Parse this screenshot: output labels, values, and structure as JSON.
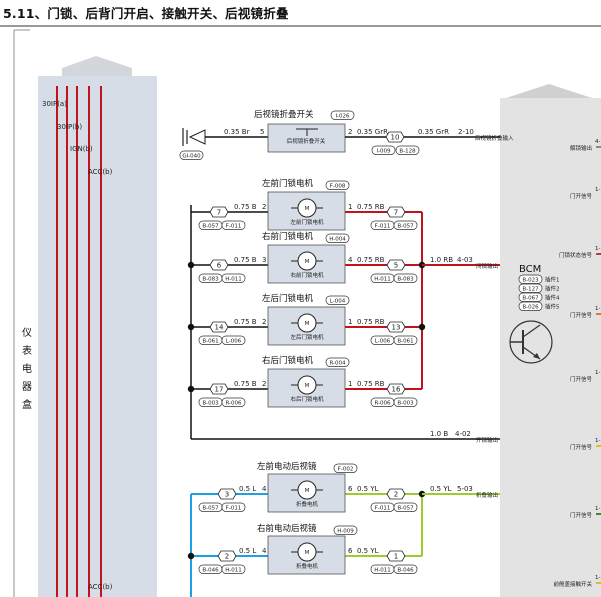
{
  "title": "5.11、门锁、后背门开启、接触开关、后视镜折叠",
  "left_box": {
    "name_chars": [
      "仪",
      "表",
      "电",
      "器",
      "盒"
    ],
    "labels": [
      "30IP(a)",
      "30IP(b)",
      "IGN(b)",
      "ACC(b)",
      "ACC(b)"
    ]
  },
  "bcm": {
    "title": "BCM",
    "connectors": [
      {
        "code": "B-023",
        "label": "插件1"
      },
      {
        "code": "B-127",
        "label": "插件2"
      },
      {
        "code": "B-067",
        "label": "插件4"
      },
      {
        "code": "B-026",
        "label": "插件5"
      }
    ],
    "right_labels": [
      "解锁输出",
      "门开信号",
      "门锁状态信号",
      "门开信号",
      "门开信号",
      "门开信号",
      "门开信号",
      "前舱盖接触开关"
    ],
    "right_pins": [
      "4-",
      "1-",
      "1-",
      "1-",
      "1-",
      "1-",
      "1-",
      "1-"
    ]
  },
  "mirror_switch": {
    "title": "后视镜折叠开关",
    "code": "I-026",
    "inner": "后视镜折叠开关",
    "ground": "GI-040",
    "wire_left": "0.35 Br",
    "pin_left": "5",
    "pin_right": "2",
    "wire_right": "0.35 GrR",
    "diamond": "10",
    "conn_a": "I-009",
    "conn_b": "B-128",
    "wire_out": "0.35 GrR",
    "bcm_pin": "2-10",
    "bcm_label": "后视镜折叠输入"
  },
  "motors": [
    {
      "title": "左前门锁电机",
      "code": "F-008",
      "inner": "左前门锁电机",
      "wl": "0.75 B",
      "pl": "2",
      "pr": "1",
      "wr": "0.75 RB",
      "dl": "7",
      "cl1": "B-057",
      "cl2": "F-011",
      "dr": "7",
      "cr1": "F-011",
      "cr2": "B-057"
    },
    {
      "title": "右前门锁电机",
      "code": "H-004",
      "inner": "右前门锁电机",
      "wl": "0.75 B",
      "pl": "3",
      "pr": "4",
      "wr": "0.75 RB",
      "dl": "6",
      "cl1": "B-083",
      "cl2": "H-011",
      "dr": "5",
      "cr1": "H-011",
      "cr2": "B-083"
    },
    {
      "title": "左后门锁电机",
      "code": "L-004",
      "inner": "左后门锁电机",
      "wl": "0.75 B",
      "pl": "2",
      "pr": "1",
      "wr": "0.75 RB",
      "dl": "14",
      "cl1": "B-061",
      "cl2": "L-006",
      "dr": "13",
      "cr1": "L-006",
      "cr2": "B-061"
    },
    {
      "title": "右后门锁电机",
      "code": "R-004",
      "inner": "右后门锁电机",
      "wl": "0.75 B",
      "pl": "2",
      "pr": "1",
      "wr": "0.75 RB",
      "dl": "17",
      "cl1": "B-003",
      "cl2": "R-006",
      "dr": "16",
      "cr1": "R-006",
      "cr2": "B-003"
    }
  ],
  "lock_bus": {
    "wire": "1.0 RB",
    "pin": "4-03",
    "label": "闭锁输出"
  },
  "unlock_bus": {
    "wire": "1.0 B",
    "pin": "4-02",
    "label": "开锁输出"
  },
  "mirrors": [
    {
      "title": "左前电动后视镜",
      "code": "F-002",
      "inner": "折叠电机",
      "wl": "0.5 L",
      "pl": "4",
      "pr": "6",
      "wr": "0.5 YL",
      "dl": "3",
      "cl1": "B-057",
      "cl2": "F-011",
      "dr": "2",
      "cr1": "F-011",
      "cr2": "B-057"
    },
    {
      "title": "右前电动后视镜",
      "code": "H-009",
      "inner": "折叠电机",
      "wl": "0.5 L",
      "pl": "4",
      "pr": "6",
      "wr": "0.5 YL",
      "dl": "2",
      "cl1": "B-046",
      "cl2": "H-011",
      "dr": "1",
      "cr1": "H-011",
      "cr2": "B-046"
    }
  ],
  "fold_bus": {
    "wire": "0.5 YL",
    "pin": "5-03",
    "label": "折叠输出"
  },
  "motor_symbol": "M",
  "colors": {
    "red": "#c0141c",
    "blue": "#1ea0e6",
    "green": "#9dcc2c",
    "black": "#111111",
    "box_fill": "#d6dde7",
    "bcm_fill": "#e3e3e3"
  }
}
